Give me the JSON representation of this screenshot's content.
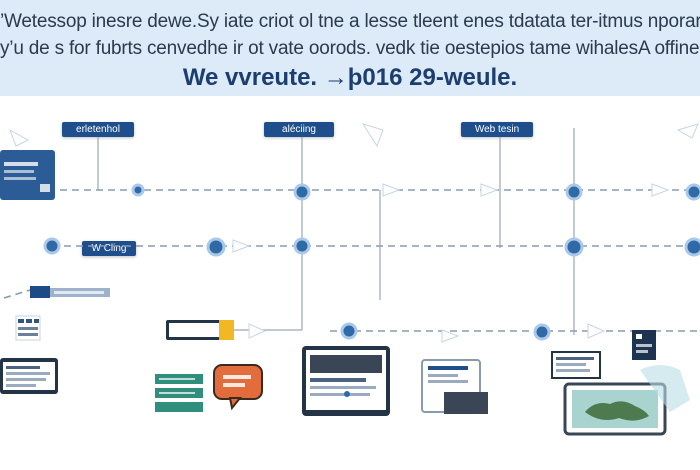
{
  "header": {
    "line1": "’Wetessop inesre dewe.Sy iate criot ol tne a lesse tleent enes tdatata ter-itmus nporar",
    "line2": "y’u de s for fubrts cenvedhe ir ot vate oorods. vedk tie oestepios tame wihalesA offine",
    "subtitle": "We vvreute. →þ016 29-weule."
  },
  "chips": {
    "left": "erletenhol",
    "center": "aléciing",
    "right": "Web tesin",
    "mid": "W Cling"
  },
  "colors": {
    "header_bg": "#dcebf7",
    "chip_bg": "#1e4f8c",
    "node": "#2f6aa6",
    "accent_orange": "#e26c3b",
    "accent_teal": "#2f8f7c",
    "accent_yellow": "#f2b823"
  },
  "icons": [
    "card-icon",
    "server-icon",
    "document-icon",
    "monitor-icon",
    "laptop-icon",
    "chat-bubble-icon",
    "map-icon",
    "tablet-icon"
  ]
}
